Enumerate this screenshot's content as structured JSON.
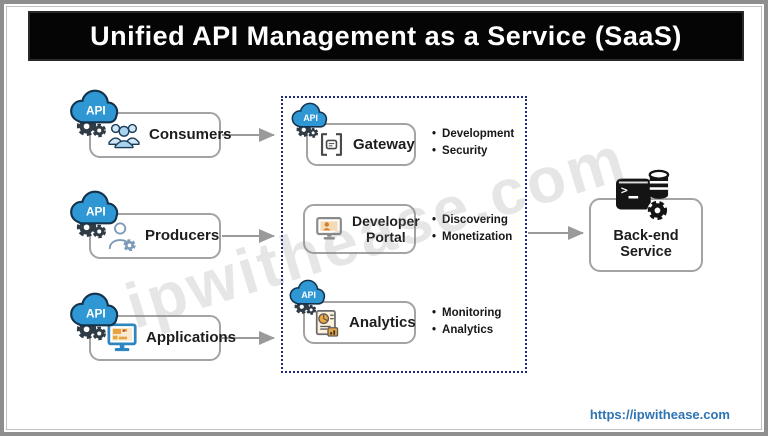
{
  "title": "Unified API Management as a Service (SaaS)",
  "api_badge": "API",
  "sources": [
    {
      "label": "Consumers"
    },
    {
      "label": "Producers"
    },
    {
      "label": "Applications"
    }
  ],
  "platform": {
    "components": [
      {
        "label": "Gateway",
        "bullets": [
          "Development",
          "Security"
        ]
      },
      {
        "label": "Developer Portal",
        "bullets": [
          "Discovering",
          "Monetization"
        ]
      },
      {
        "label": "Analytics",
        "bullets": [
          "Monitoring",
          "Analytics"
        ]
      }
    ]
  },
  "backend": {
    "label": "Back-end Service"
  },
  "watermark": "ipwithease.com",
  "footer": {
    "link": "https://ipwithease.com"
  },
  "colors": {
    "cloud_blue": "#2e97d4",
    "dotted_border": "#1f2b7a",
    "link_blue": "#2e74b5",
    "title_bg": "#050505",
    "arrow_gray": "#9a9a9a"
  }
}
